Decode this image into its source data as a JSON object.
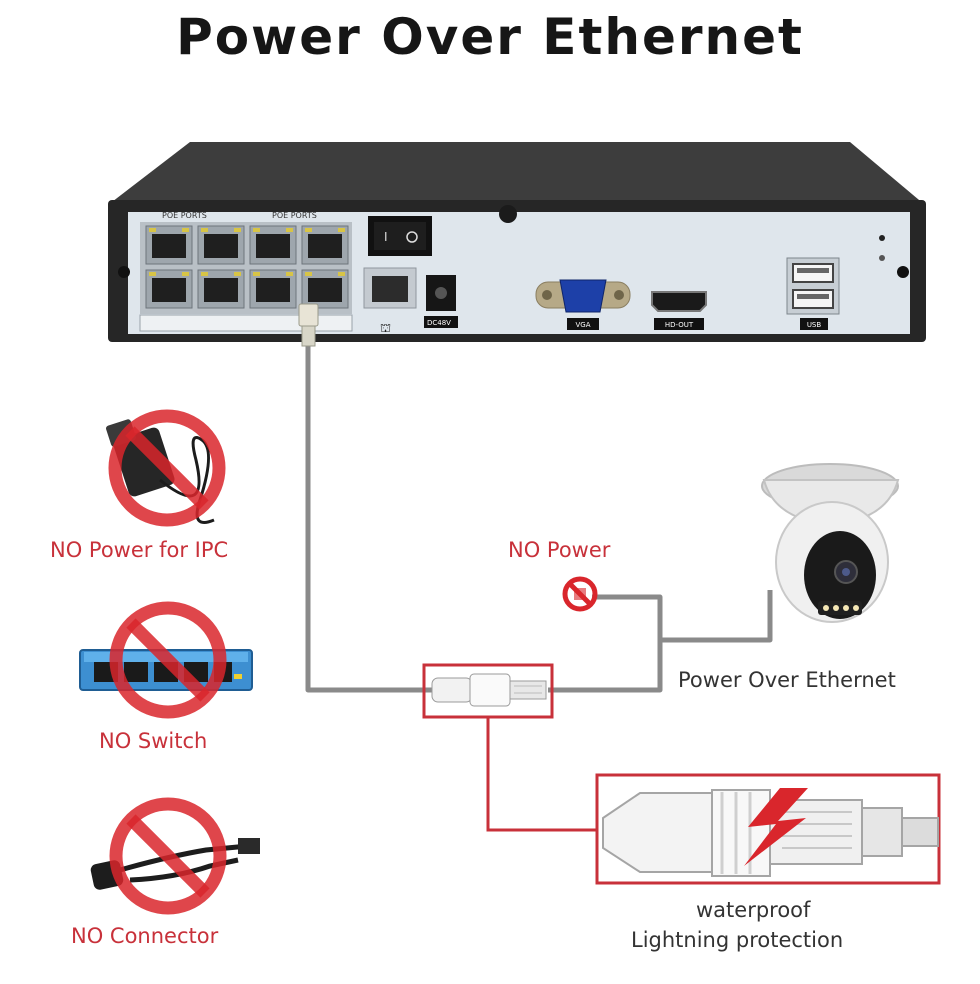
{
  "title": "Power Over Ethernet",
  "nvr": {
    "poe_label_left": "POE PORTS",
    "poe_label_right": "POE PORTS",
    "dc_label": "DC48V",
    "vga_label": "VGA",
    "hdout_label": "HD-OUT",
    "usb_label": "USB"
  },
  "labels": {
    "no_power_ipc": "NO Power for IPC",
    "no_switch": "NO Switch",
    "no_connector": "NO Connector",
    "no_power": "NO Power",
    "poe": "Power Over Ethernet",
    "waterproof_line1": "waterproof",
    "waterproof_line2": "Lightning protection"
  },
  "colors": {
    "prohibit_red": "#d9262c",
    "box_red": "#c8313a",
    "cable_gray": "#8a8a8a",
    "nvr_body": "#2a2a2a",
    "nvr_panel": "#dfe6ec"
  }
}
